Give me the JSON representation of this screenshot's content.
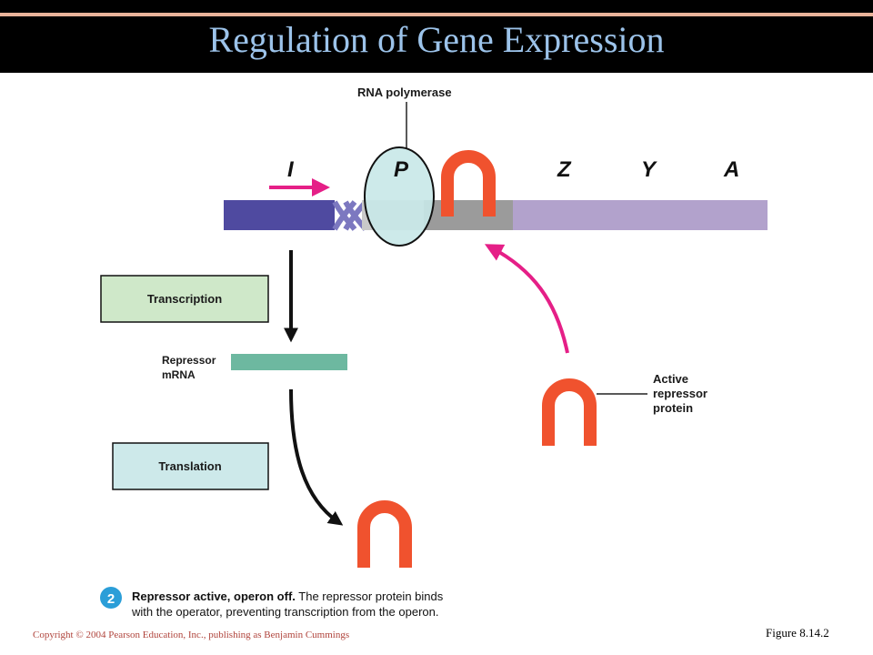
{
  "title": "Regulation of Gene Expression",
  "labels": {
    "rna_polymerase": "RNA polymerase",
    "gene_i": "I",
    "gene_p": "P",
    "gene_z": "Z",
    "gene_y": "Y",
    "gene_a": "A",
    "transcription": "Transcription",
    "translation": "Translation",
    "repressor_mrna_line1": "Repressor",
    "repressor_mrna_line2": "mRNA",
    "active_line1": "Active",
    "active_line2": "repressor",
    "active_line3": "protein"
  },
  "caption": {
    "step": "2",
    "bold": "Repressor active, operon off.",
    "line1_rest": " The repressor protein binds",
    "line2": "with the operator, preventing transcription from the operon."
  },
  "footer": {
    "copyright": "Copyright © 2004 Pearson Education, Inc., publishing as Benjamin Cummings",
    "figure": "Figure 8.14.2"
  },
  "colors": {
    "regulator_gene": "#4f4aa0",
    "promoter": "#c9c9c9",
    "operator": "#9b9b9b",
    "operon_genes": "#b2a2cc",
    "polymerase": "#c8e8e8",
    "repressor": "#f0522e",
    "arrow_magenta": "#e51f87",
    "mrna": "#6db8a0",
    "transcription_box": "#cfe8c9",
    "translation_box": "#cde9ea",
    "step_badge": "#2b9ed8"
  }
}
